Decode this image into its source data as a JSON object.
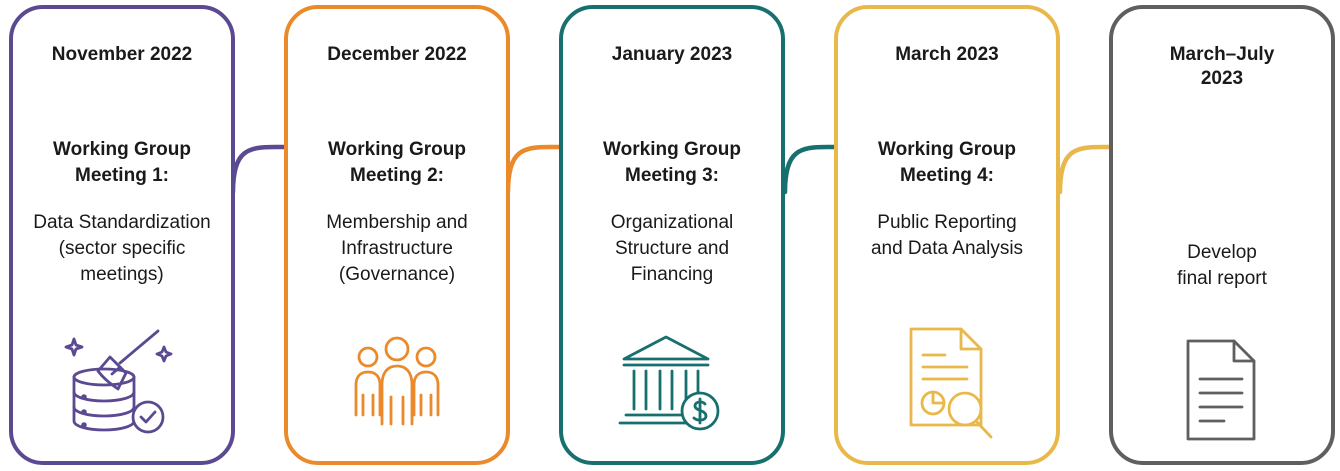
{
  "steps": [
    {
      "date": "November 2022",
      "heading_line1": "Working Group",
      "heading_line2": "Meeting 1:",
      "desc_lines": [
        "Data Standardization",
        "(sector specific",
        "meetings)"
      ],
      "color": "#5b4a91",
      "icon": "database-broom-check-icon"
    },
    {
      "date": "December 2022",
      "heading_line1": "Working Group",
      "heading_line2": "Meeting 2:",
      "desc_lines": [
        "Membership and",
        "Infrastructure",
        "(Governance)"
      ],
      "color": "#ea8a2a",
      "icon": "people-group-icon"
    },
    {
      "date": "January 2023",
      "heading_line1": "Working Group",
      "heading_line2": "Meeting 3:",
      "desc_lines": [
        "Organizational",
        "Structure and",
        "Financing"
      ],
      "color": "#17706e",
      "icon": "bank-dollar-icon"
    },
    {
      "date": "March 2023",
      "heading_line1": "Working Group",
      "heading_line2": "Meeting 4:",
      "desc_lines": [
        "Public Reporting",
        "and Data Analysis"
      ],
      "color": "#e9b84a",
      "icon": "report-magnifier-icon"
    },
    {
      "date_line1": "March–July",
      "date_line2": "2023",
      "desc_lines": [
        "Develop",
        "final report"
      ],
      "color": "#5f5f5f",
      "icon": "document-icon"
    }
  ]
}
